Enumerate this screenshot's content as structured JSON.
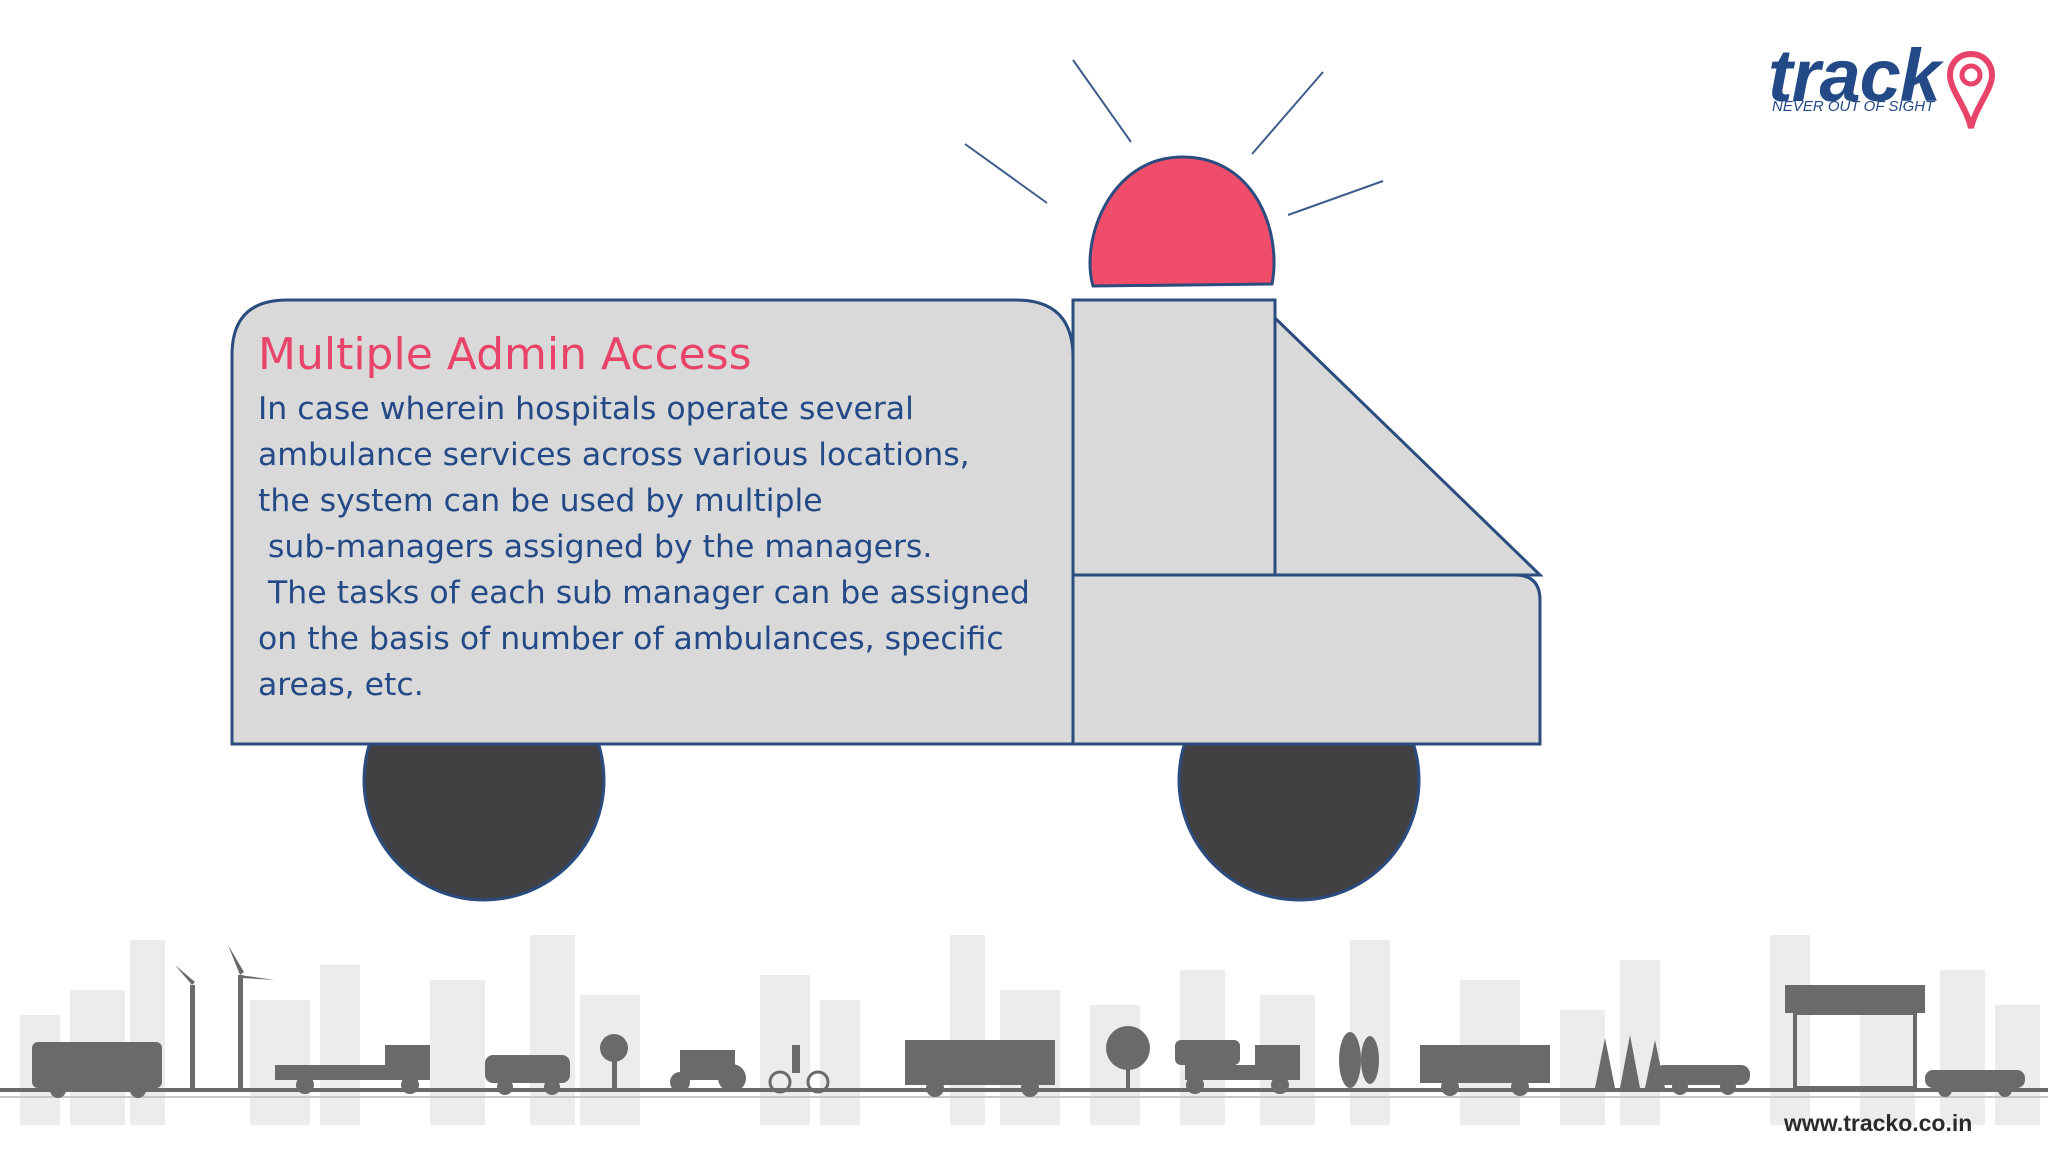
{
  "slide": {
    "title": "Multiple Admin Access",
    "body_lines": [
      "In case wherein hospitals operate several",
      "ambulance services across various locations,",
      "the system can be used by multiple",
      " sub-managers assigned by the managers.",
      " The tasks of each sub manager can be assigned",
      "on the basis of number of ambulances, specific",
      "areas, etc."
    ]
  },
  "logo": {
    "word": "track",
    "tagline": "NEVER OUT OF SIGHT"
  },
  "footer": {
    "url": "www.tracko.co.in"
  },
  "colors": {
    "title": "#e8446a",
    "body": "#234a86",
    "ambulance_fill": "#d9d9da",
    "ambulance_stroke": "#2b4c7e",
    "siren": "#ef4d6a",
    "wheel": "#414042",
    "skyline_light": "#e8e8e8",
    "skyline_dark": "#6a6a6a"
  },
  "icons": [
    "siren-icon",
    "wheel-icon",
    "map-pin-icon",
    "skyline-illustration"
  ]
}
